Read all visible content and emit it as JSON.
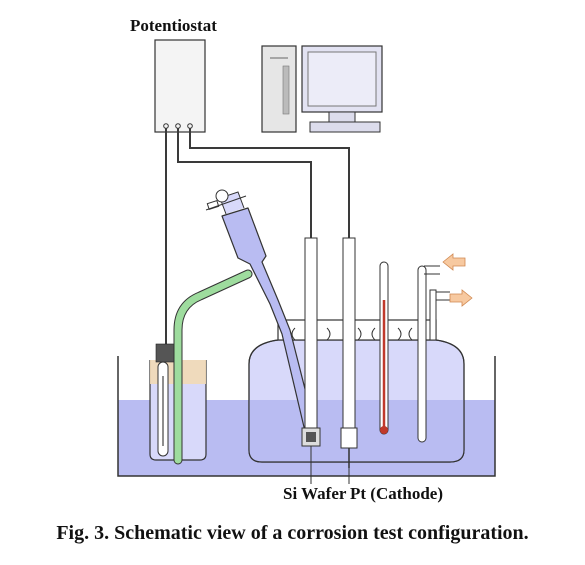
{
  "labels": {
    "potentiostat": "Potentiostat",
    "si_wafer": "Si Wafer",
    "pt_cathode": "Pt (Cathode)"
  },
  "caption": "Fig. 3. Schematic view of a corrosion test configuration.",
  "colors": {
    "electrolyte": "#b9bcf2",
    "glass_fill": "#d8d9fa",
    "salt_bridge": "#9edc9e",
    "cork": "#f2d9b5",
    "wire": "#3a3a3a",
    "arrow_fill": "#f7c9a0",
    "thermometer_liquid": "#c0392b",
    "monitor_screen": "#ececf8"
  },
  "icons": {
    "gas_arrows": "arrow-right-icon"
  }
}
